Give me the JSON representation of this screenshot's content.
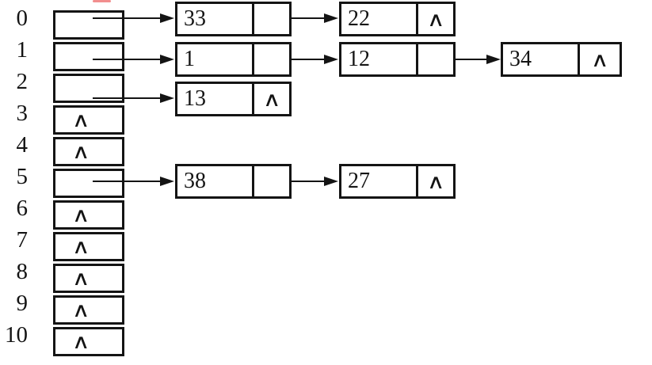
{
  "diagram": {
    "type": "hash-table-separate-chaining",
    "table_size": 11,
    "null_symbol": "∧",
    "buckets": [
      {
        "index": "0",
        "kind": "pointer"
      },
      {
        "index": "1",
        "kind": "pointer"
      },
      {
        "index": "2",
        "kind": "pointer"
      },
      {
        "index": "3",
        "kind": "null"
      },
      {
        "index": "4",
        "kind": "null"
      },
      {
        "index": "5",
        "kind": "pointer"
      },
      {
        "index": "6",
        "kind": "null"
      },
      {
        "index": "7",
        "kind": "null"
      },
      {
        "index": "8",
        "kind": "null"
      },
      {
        "index": "9",
        "kind": "null"
      },
      {
        "index": "10",
        "kind": "null"
      }
    ],
    "chains": {
      "bucket0": [
        "33",
        "22"
      ],
      "bucket1": [
        "1",
        "12",
        "34"
      ],
      "bucket2": [
        "13"
      ],
      "bucket5": [
        "38",
        "27"
      ]
    },
    "colors": {
      "ink": "#141414",
      "background": "#ffffff",
      "artifact_red": "#f28e8e"
    }
  }
}
